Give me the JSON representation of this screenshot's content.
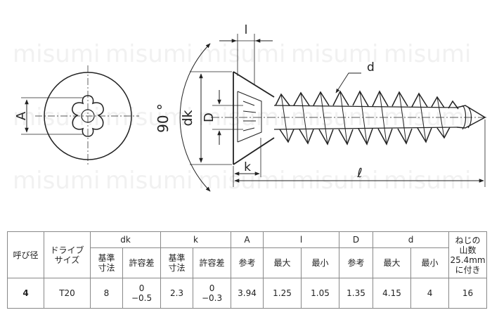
{
  "watermark": "misumi",
  "drawing": {
    "label_A": "A",
    "label_angle": "90 °",
    "label_dk": "dk",
    "label_D": "D",
    "label_l_head": "l",
    "label_k": "k",
    "label_d": "d",
    "label_length": "ℓ"
  },
  "table": {
    "headers": {
      "size": "呼び径",
      "drive": [
        "ドライブ",
        "サイズ"
      ],
      "dk": "dk",
      "k": "k",
      "A": "A",
      "l": "l",
      "D": "D",
      "d": "d",
      "threads": [
        "ねじの",
        "山数",
        "25.4mm",
        "に付き"
      ]
    },
    "subheaders": {
      "dk_std": [
        "基準",
        "寸法"
      ],
      "dk_tol": "許容差",
      "k_std": [
        "基準",
        "寸法"
      ],
      "k_tol": "許容差",
      "A_ref": "参考",
      "l_max": "最大",
      "l_min": "最小",
      "D_ref": "参考",
      "d_max": "最大",
      "d_min": "最小"
    },
    "row": {
      "size": "4",
      "drive": "T20",
      "dk_std": "8",
      "dk_tol": [
        "0",
        "−0.5"
      ],
      "k_std": "2.3",
      "k_tol": [
        "0",
        "−0.3"
      ],
      "A_ref": "3.94",
      "l_max": "1.25",
      "l_min": "1.05",
      "D_ref": "1.35",
      "d_max": "4.15",
      "d_min": "4",
      "threads": "16"
    }
  }
}
